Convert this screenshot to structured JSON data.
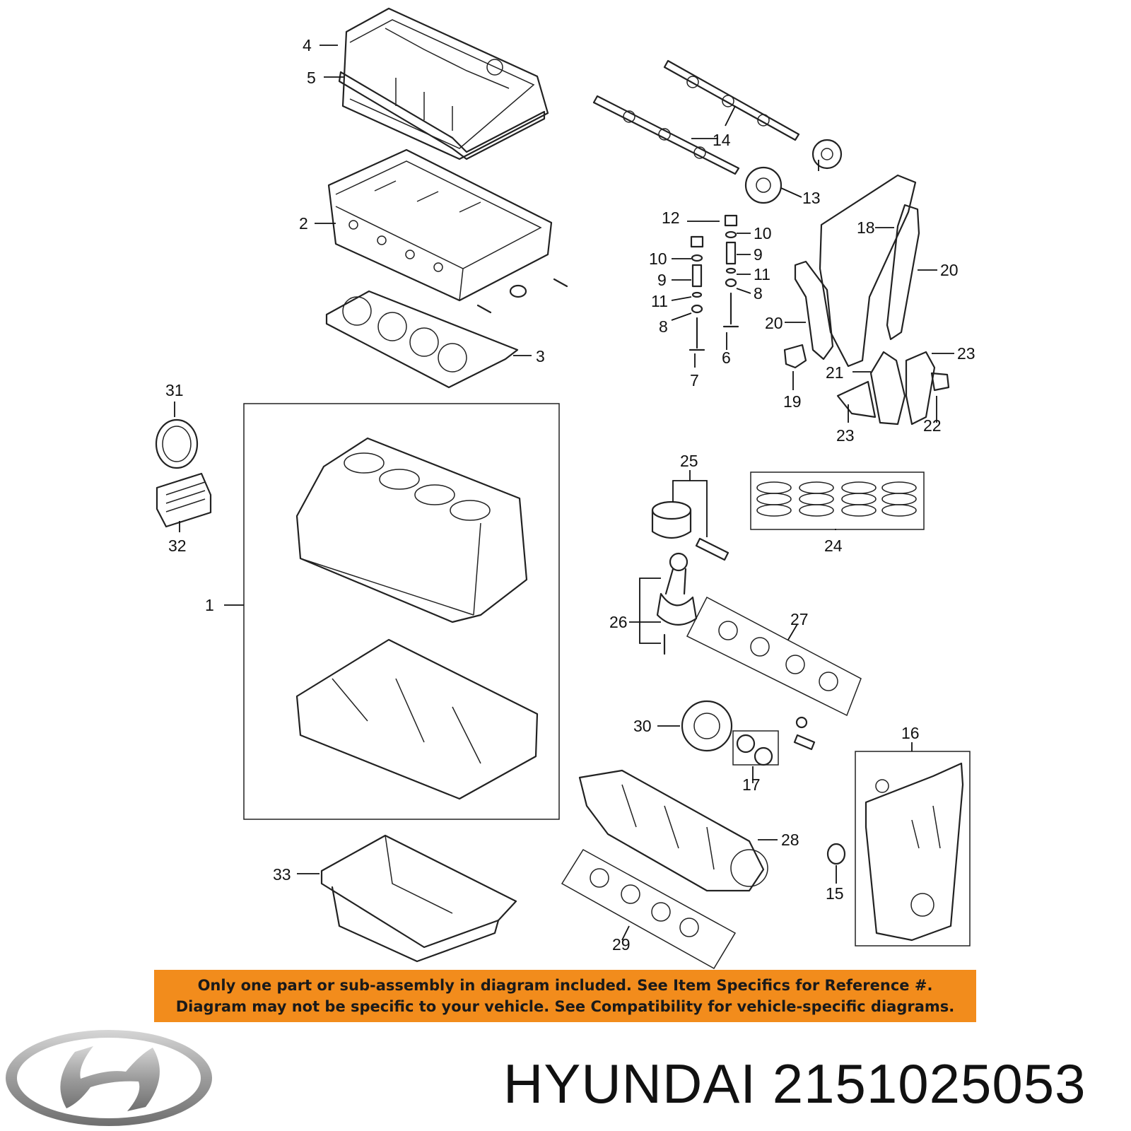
{
  "callouts": {
    "c1": "1",
    "c2": "2",
    "c3": "3",
    "c4": "4",
    "c5": "5",
    "c6": "6",
    "c7": "7",
    "c8a": "8",
    "c8b": "8",
    "c9a": "9",
    "c9b": "9",
    "c10a": "10",
    "c10b": "10",
    "c11a": "11",
    "c11b": "11",
    "c12": "12",
    "c13": "13",
    "c14": "14",
    "c15": "15",
    "c16": "16",
    "c17": "17",
    "c18": "18",
    "c19": "19",
    "c20a": "20",
    "c20b": "20",
    "c21": "21",
    "c22": "22",
    "c23a": "23",
    "c23b": "23",
    "c24": "24",
    "c25": "25",
    "c26": "26",
    "c27": "27",
    "c28": "28",
    "c29": "29",
    "c30": "30",
    "c31": "31",
    "c32": "32",
    "c33": "33"
  },
  "notice": {
    "line1": "Only one part or sub-assembly in diagram included. See Item Specifics for Reference #.",
    "line2": "Diagram may not be specific to your vehicle. See Compatibility for vehicle-specific diagrams."
  },
  "title": {
    "brand": "HYUNDAI",
    "part_number": "2151025053"
  },
  "colors": {
    "notice_bg": "#f28c1c",
    "logo_silver": "#a8a8a8",
    "line": "#222222"
  }
}
